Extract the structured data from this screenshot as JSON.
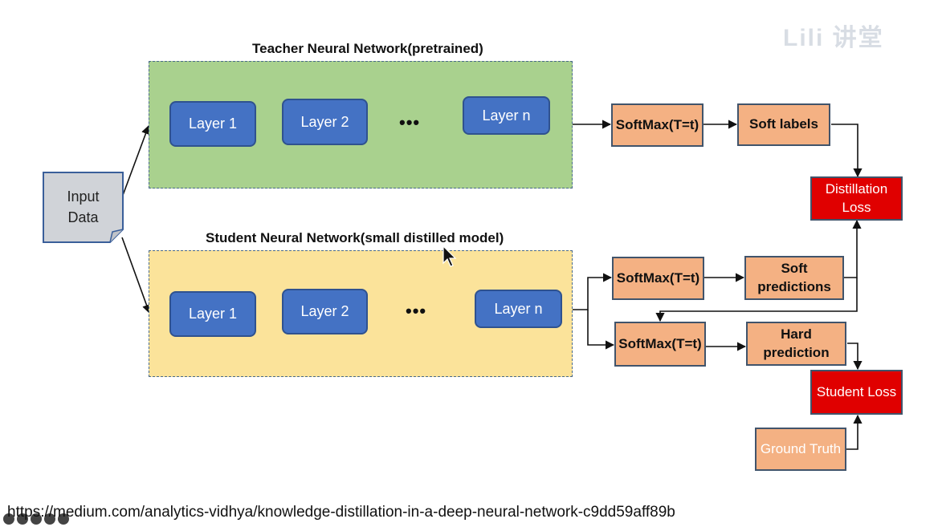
{
  "teacher": {
    "title": "Teacher Neural Network(pretrained)",
    "layers": [
      "Layer 1",
      "Layer 2",
      "Layer n"
    ],
    "ellipsis": "•••"
  },
  "student": {
    "title": "Student Neural Network(small distilled model)",
    "layers": [
      "Layer 1",
      "Layer 2",
      "Layer n"
    ],
    "ellipsis": "•••"
  },
  "input": {
    "label": "Input\nData"
  },
  "boxes": {
    "teacher_softmax": "SoftMax(T=t)",
    "soft_labels": "Soft labels",
    "distillation_loss": "Distillation Loss",
    "student_softmax_soft": "SoftMax(T=t)",
    "soft_predictions": "Soft predictions",
    "student_softmax_hard": "SoftMax(T=t)",
    "hard_prediction": "Hard prediction",
    "student_loss": "Student Loss",
    "ground_truth": "Ground Truth"
  },
  "footer": {
    "source_url": "https://medium.com/analytics-vidhya/knowledge-distillation-in-a-deep-neural-network-c9dd59aff89b"
  },
  "colors": {
    "layer": "#4472c4",
    "softmax": "#f4b183",
    "loss": "#e00000",
    "teacher_region": "#a9d18e",
    "student_region": "#fbe39a"
  }
}
